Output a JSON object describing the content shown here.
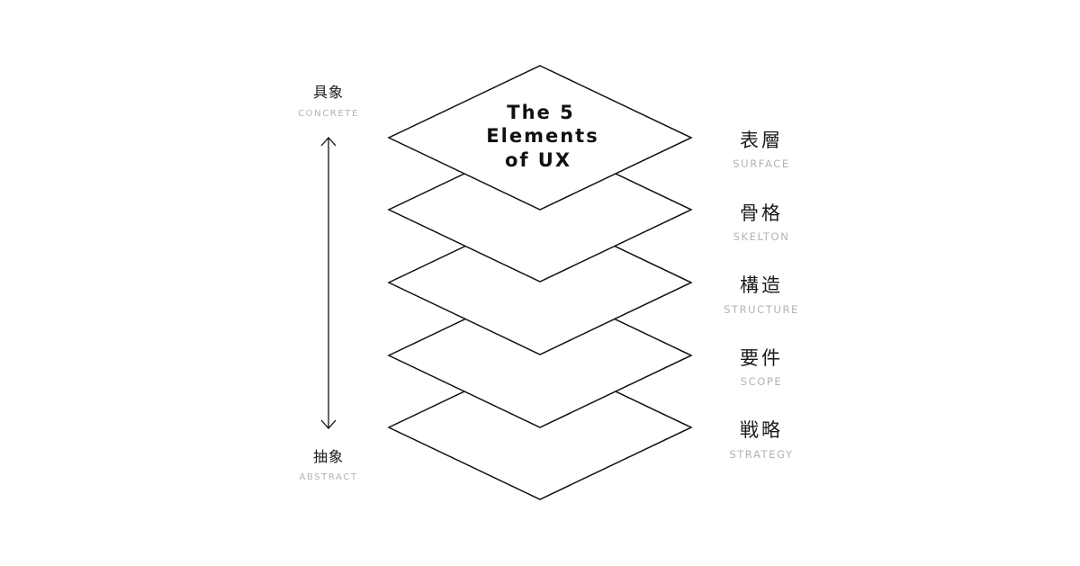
{
  "title_lines": [
    "The 5",
    "Elements",
    "of UX"
  ],
  "axis": {
    "top": {
      "jp": "具象",
      "en": "CONCRETE"
    },
    "bottom": {
      "jp": "抽象",
      "en": "ABSTRACT"
    }
  },
  "layers": [
    {
      "jp": "表層",
      "en": "SURFACE"
    },
    {
      "jp": "骨格",
      "en": "SKELTON"
    },
    {
      "jp": "構造",
      "en": "STRUCTURE"
    },
    {
      "jp": "要件",
      "en": "SCOPE"
    },
    {
      "jp": "戦略",
      "en": "STRATEGY"
    }
  ],
  "colors": {
    "stroke": "#111111",
    "label_en": "#b3b3b3",
    "background": "#ffffff"
  }
}
